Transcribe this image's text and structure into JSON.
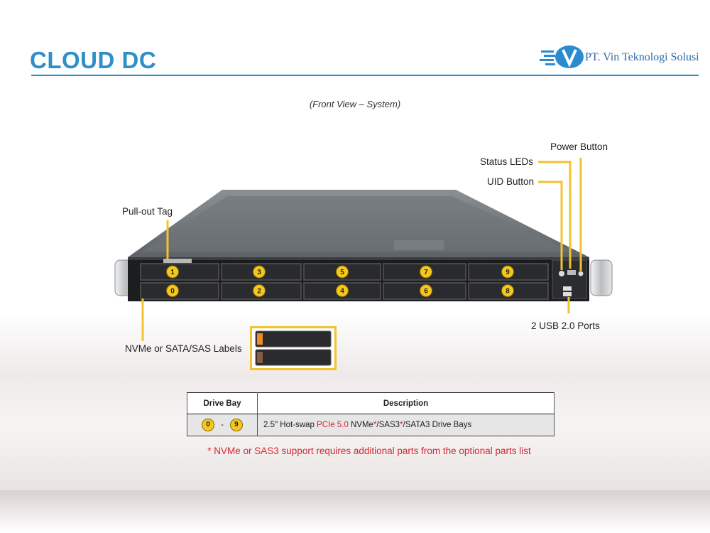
{
  "header": {
    "title": "CLOUD DC",
    "company": "PT. Vin Teknologi Solusi"
  },
  "figure": {
    "subtitle": "(Front View – System)",
    "callouts": {
      "power_button": "Power Button",
      "status_leds": "Status LEDs",
      "uid_button": "UID Button",
      "pullout_tag": "Pull-out Tag",
      "usb_ports": "2 USB 2.0 Ports",
      "drive_labels": "NVMe or SATA/SAS Labels"
    },
    "drive_bays_top": [
      "1",
      "3",
      "5",
      "7",
      "9"
    ],
    "drive_bays_bottom": [
      "0",
      "2",
      "4",
      "6",
      "8"
    ]
  },
  "table": {
    "headers": [
      "Drive Bay",
      "Description"
    ],
    "row": {
      "bay_from": "0",
      "dash": "-",
      "bay_to": "9",
      "desc_pre": "2.5\" Hot-swap ",
      "desc_red1": "PCIe 5.0",
      "desc_mid1": " NVMe",
      "desc_star1": "*",
      "desc_mid2": "/SAS3",
      "desc_star2": "*",
      "desc_post": "/SATA3 Drive Bays"
    }
  },
  "footnote": "* NVMe or SAS3 support requires additional parts from the optional parts list",
  "colors": {
    "accent_blue": "#2e8fca",
    "callout_yellow": "#f2c230",
    "note_red": "#d8262e"
  }
}
